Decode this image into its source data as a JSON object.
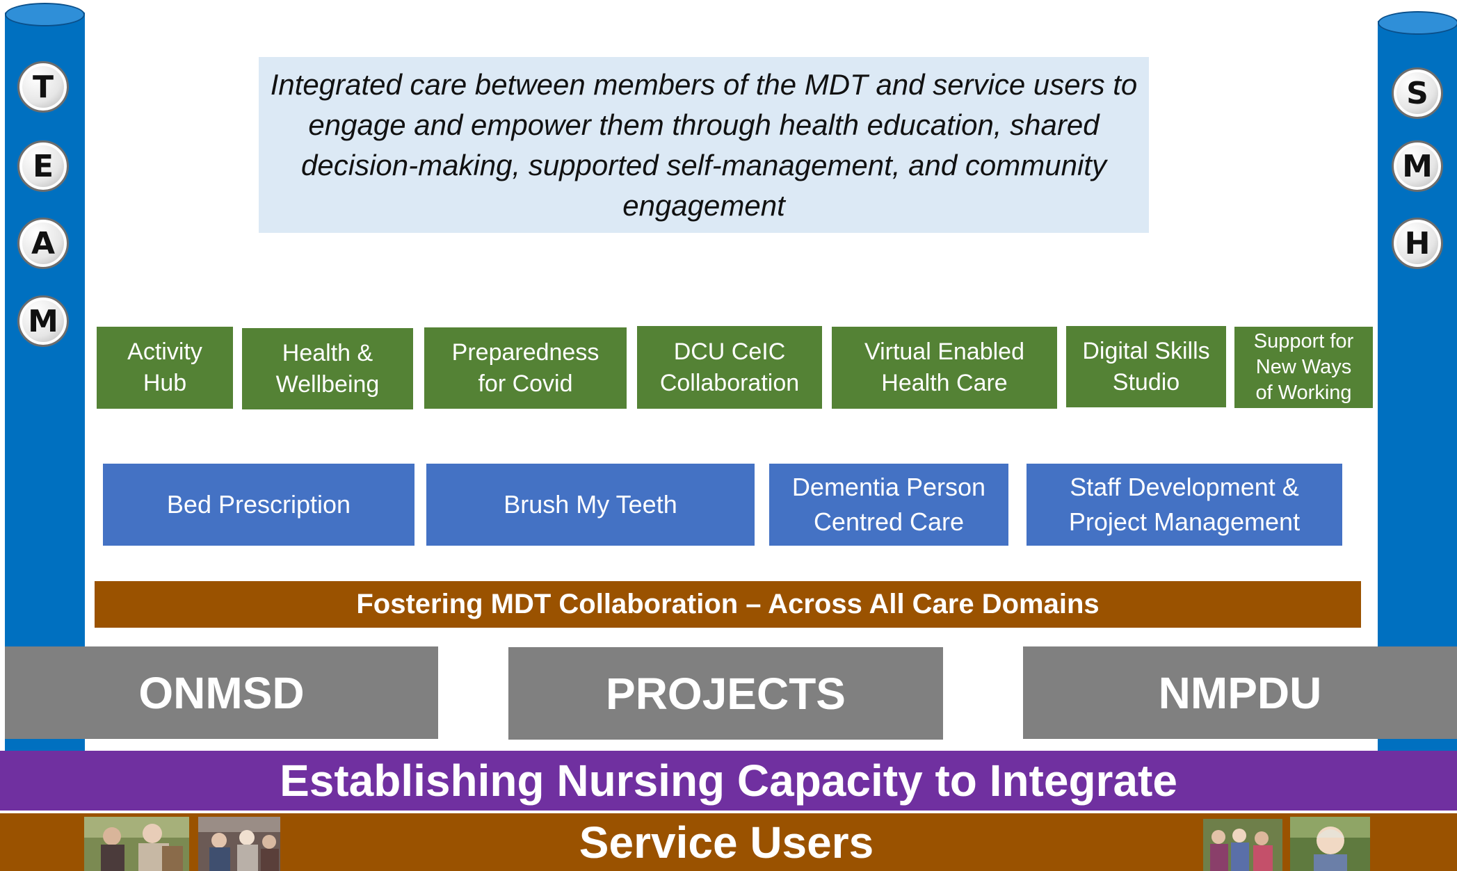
{
  "team_letters": [
    "T",
    "E",
    "A",
    "M"
  ],
  "smh_letters": [
    "S",
    "M",
    "H"
  ],
  "callout_text": "Integrated care between members of the MDT and service users to engage and empower them through health education, shared decision-making, supported self-management, and community engagement",
  "green_boxes": [
    "Activity Hub",
    "Health & Wellbeing",
    "Preparedness for Covid",
    "DCU CeIC Collaboration",
    "Virtual Enabled Health Care",
    "Digital Skills Studio",
    "Support for New Ways of Working"
  ],
  "blue_boxes": [
    "Bed Prescription",
    "Brush My Teeth",
    "Dementia Person Centred Care",
    "Staff Development & Project Management"
  ],
  "collaboration_bar": "Fostering MDT Collaboration – Across All Care Domains",
  "foundations": [
    "ONMSD",
    "PROJECTS",
    "NMPDU"
  ],
  "capacity_bar": "Establishing Nursing Capacity to Integrate",
  "service_users_bar": "Service Users",
  "colors": {
    "pillar": "#0070c0",
    "green": "#548235",
    "blue": "#4472c4",
    "brown": "#9a5200",
    "gray": "#808080",
    "purple": "#7030a0",
    "callout_bg": "#dce9f5"
  }
}
